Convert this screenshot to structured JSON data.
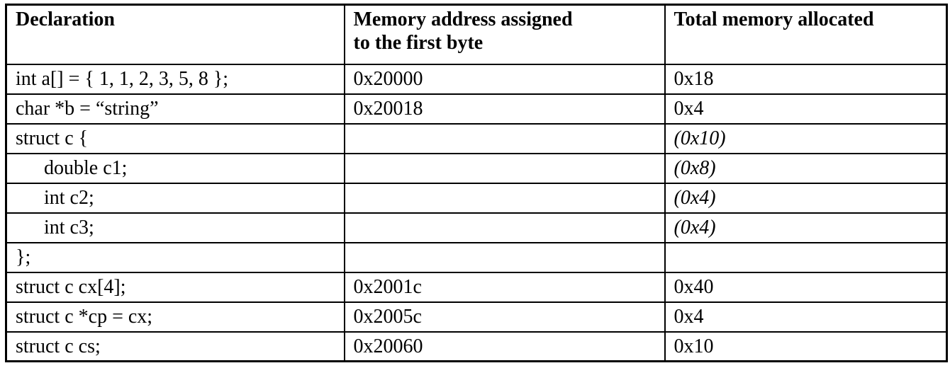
{
  "table": {
    "headers": [
      {
        "lines": [
          "Declaration"
        ]
      },
      {
        "lines": [
          "Memory address assigned",
          "to the first byte"
        ]
      },
      {
        "lines": [
          "Total memory allocated"
        ]
      }
    ],
    "rows": [
      {
        "declaration": "int a[] = { 1, 1, 2, 3, 5, 8 };",
        "address": "0x20000",
        "total": "0x18"
      },
      {
        "declaration": "char *b = “string”",
        "address": "0x20018",
        "total": "0x4"
      },
      {
        "declaration": "struct c {",
        "address": "",
        "total": "(0x10)"
      },
      {
        "declaration": "double c1;",
        "address": "",
        "total": "(0x8)"
      },
      {
        "declaration": "int c2;",
        "address": "",
        "total": "(0x4)"
      },
      {
        "declaration": "int c3;",
        "address": "",
        "total": "(0x4)"
      },
      {
        "declaration": "};",
        "address": "",
        "total": ""
      },
      {
        "declaration": "struct c cx[4];",
        "address": "0x2001c",
        "total": "0x40"
      },
      {
        "declaration": "struct c *cp = cx;",
        "address": "0x2005c",
        "total": "0x4"
      },
      {
        "declaration": "struct c cs;",
        "address": "0x20060",
        "total": "0x10"
      }
    ]
  }
}
